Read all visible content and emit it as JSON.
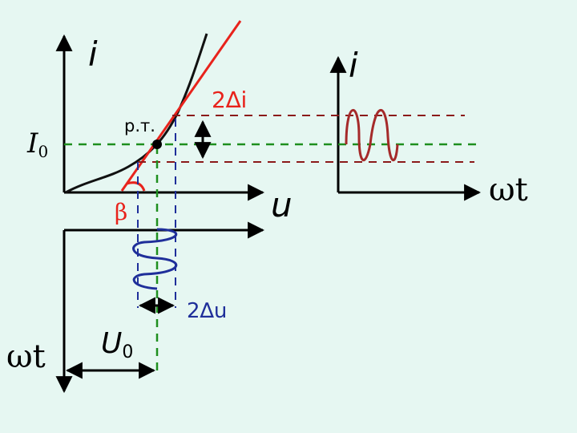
{
  "labels": {
    "i_axis_left": "i",
    "i_axis_right": "i",
    "u_axis": "u",
    "wt_right": "ωt",
    "wt_bottom": "ωt",
    "I0_main": "I",
    "I0_sub": "0",
    "U0_main": "U",
    "U0_sub": "0",
    "operating_point": "р.т.",
    "two_delta_i": "2∆i",
    "two_delta_u": "2∆u",
    "beta": "β"
  },
  "colors": {
    "background": "#e6f7f2",
    "axes": "#000000",
    "curve": "#111111",
    "tangent": "#e8231c",
    "output_wave": "#a52a2a",
    "input_wave": "#1f2f9a",
    "dashed_green": "#1e8f1e",
    "dashed_red": "#8b1a1a",
    "dashed_blue": "#1f2f9a"
  }
}
